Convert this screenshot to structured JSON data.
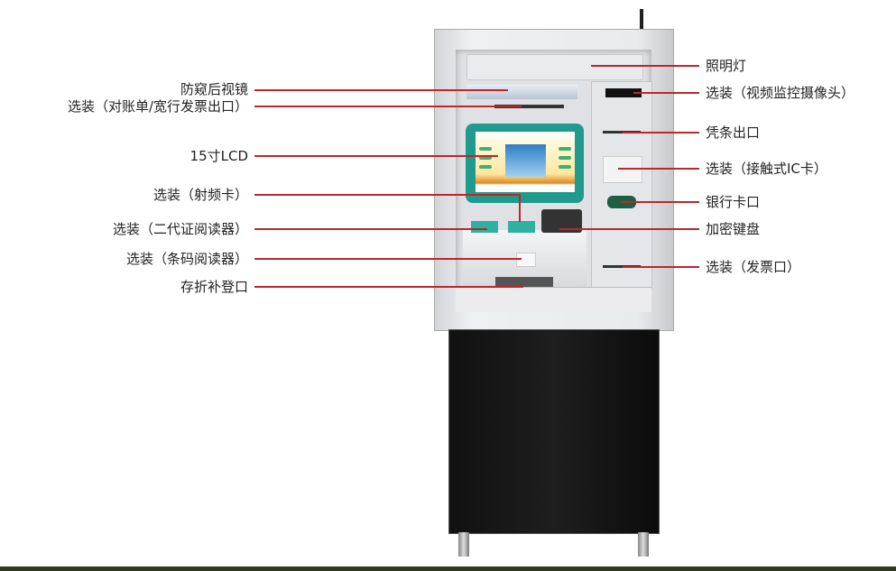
{
  "left_labels": [
    "防窥后视镜",
    "选装（对账单/宽行发票出口）",
    "15寸LCD",
    "选装（射频卡）",
    "选装（二代证阅读器）",
    "选装（条码阅读器）",
    "存折补登口"
  ],
  "right_labels": [
    "照明灯",
    "选装（视频监控摄像头）",
    "凭条出口",
    "选装（接触式IC卡）",
    "银行卡口",
    "加密键盘",
    "选装（发票口）"
  ],
  "colors": {
    "leader_line": "#b8282c",
    "bezel": "#1f9a8c",
    "cabinet": "#111111"
  }
}
